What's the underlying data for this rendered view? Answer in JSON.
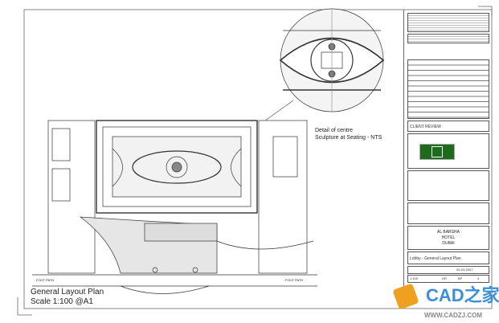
{
  "drawing": {
    "title": "General Layout Plan",
    "scale": "Scale  1:100 @A1",
    "detail_note_line1": "Detail of centre",
    "detail_note_line2": "Sculpture at Seating - NTS",
    "foot_path_left": "FOOT PATH",
    "foot_path_right": "FOOT PATH"
  },
  "title_block": {
    "issue_status": "CLIENT REVIEW",
    "project_title_line1": "AL BARSHA",
    "project_title_line2": "HOTEL",
    "project_title_line3": "DUBAI",
    "drawing_title": "Lobby - General Layout Plan",
    "date": "00-03-2007",
    "scale": "1:100",
    "drawn_by": "GR",
    "checked_by": "BP",
    "revision": "4"
  },
  "watermark": {
    "brand": "CAD之家",
    "url": "WWW.CADZJ.COM"
  },
  "colors": {
    "logo_green": "#1e6b1e",
    "watermark_blue": "#3a8fd8",
    "line": "#333333"
  }
}
